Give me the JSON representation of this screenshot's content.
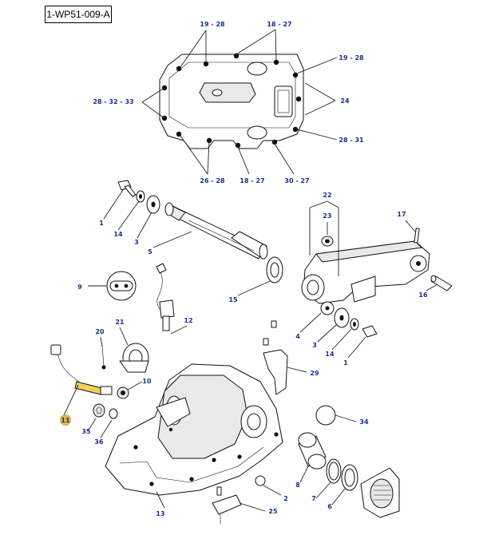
{
  "reference_code": "1-WP51-009-A",
  "callouts": [
    {
      "id": "c-19-28-top",
      "text": "19 - 28"
    },
    {
      "id": "c-18-27-top",
      "text": "18 - 27"
    },
    {
      "id": "c-19-28-right",
      "text": "19 - 28"
    },
    {
      "id": "c-28-32-33",
      "text": "28 - 32 - 33"
    },
    {
      "id": "c-24",
      "text": "24"
    },
    {
      "id": "c-28-31",
      "text": "28 - 31"
    },
    {
      "id": "c-26-28",
      "text": "26 - 28"
    },
    {
      "id": "c-18-27-bottom",
      "text": "18 - 27"
    },
    {
      "id": "c-30-27",
      "text": "30 - 27"
    },
    {
      "id": "c-1-top",
      "text": "1"
    },
    {
      "id": "c-14-top",
      "text": "14"
    },
    {
      "id": "c-3-top",
      "text": "3"
    },
    {
      "id": "c-5",
      "text": "5"
    },
    {
      "id": "c-22",
      "text": "22"
    },
    {
      "id": "c-23",
      "text": "23"
    },
    {
      "id": "c-17",
      "text": "17"
    },
    {
      "id": "c-16",
      "text": "16"
    },
    {
      "id": "c-15",
      "text": "15"
    },
    {
      "id": "c-9",
      "text": "9"
    },
    {
      "id": "c-12",
      "text": "12"
    },
    {
      "id": "c-20",
      "text": "20"
    },
    {
      "id": "c-21",
      "text": "21"
    },
    {
      "id": "c-4",
      "text": "4"
    },
    {
      "id": "c-3-right",
      "text": "3"
    },
    {
      "id": "c-14-right",
      "text": "14"
    },
    {
      "id": "c-1-right",
      "text": "1"
    },
    {
      "id": "c-10",
      "text": "10"
    },
    {
      "id": "c-29",
      "text": "29"
    },
    {
      "id": "c-11",
      "text": "11"
    },
    {
      "id": "c-35",
      "text": "35"
    },
    {
      "id": "c-36",
      "text": "36"
    },
    {
      "id": "c-34",
      "text": "34"
    },
    {
      "id": "c-8",
      "text": "8"
    },
    {
      "id": "c-7",
      "text": "7"
    },
    {
      "id": "c-6",
      "text": "6"
    },
    {
      "id": "c-2",
      "text": "2"
    },
    {
      "id": "c-25",
      "text": "25"
    },
    {
      "id": "c-13",
      "text": "13"
    }
  ],
  "colors": {
    "callout_text": "#1a2f8c",
    "highlight_marker": "#e8b84a",
    "line_art": "#111111"
  }
}
